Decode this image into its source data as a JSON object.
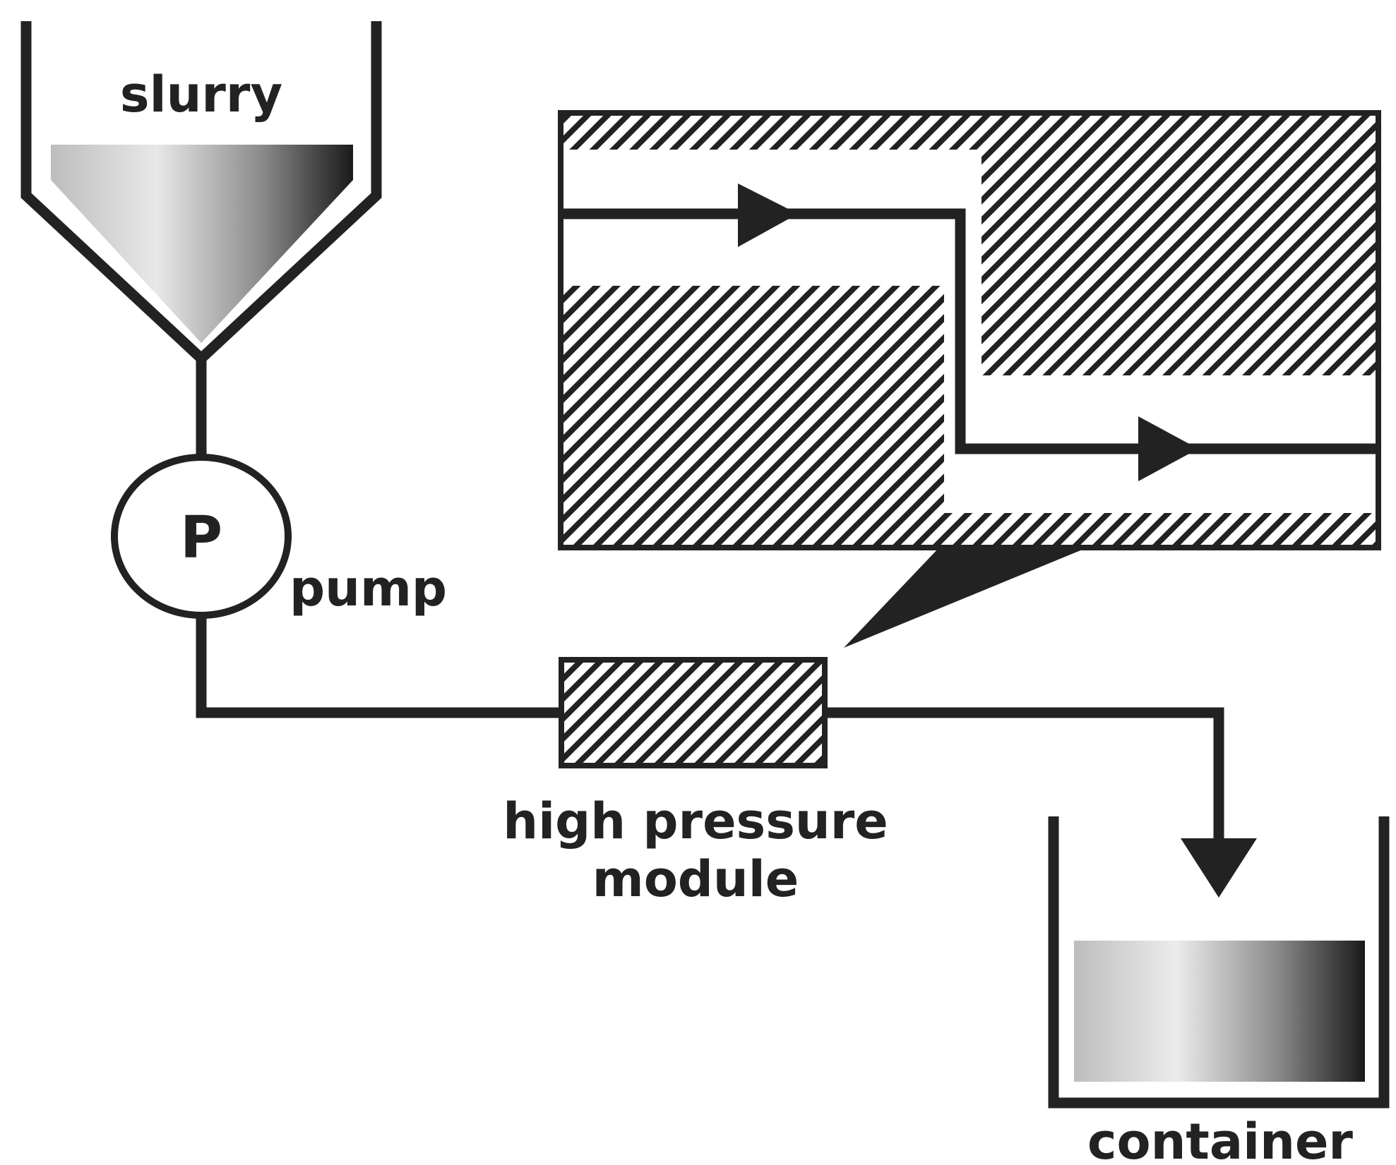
{
  "labels": {
    "slurry": "slurry",
    "pump_symbol": "P",
    "pump": "pump",
    "module_line1": "high pressure",
    "module_line2": "module",
    "container": "container"
  },
  "colors": {
    "stroke": "#222222",
    "background": "#ffffff",
    "gradient_light": "#f0f0f0",
    "gradient_mid": "#a8a8a8",
    "gradient_dark": "#1a1a1a"
  }
}
